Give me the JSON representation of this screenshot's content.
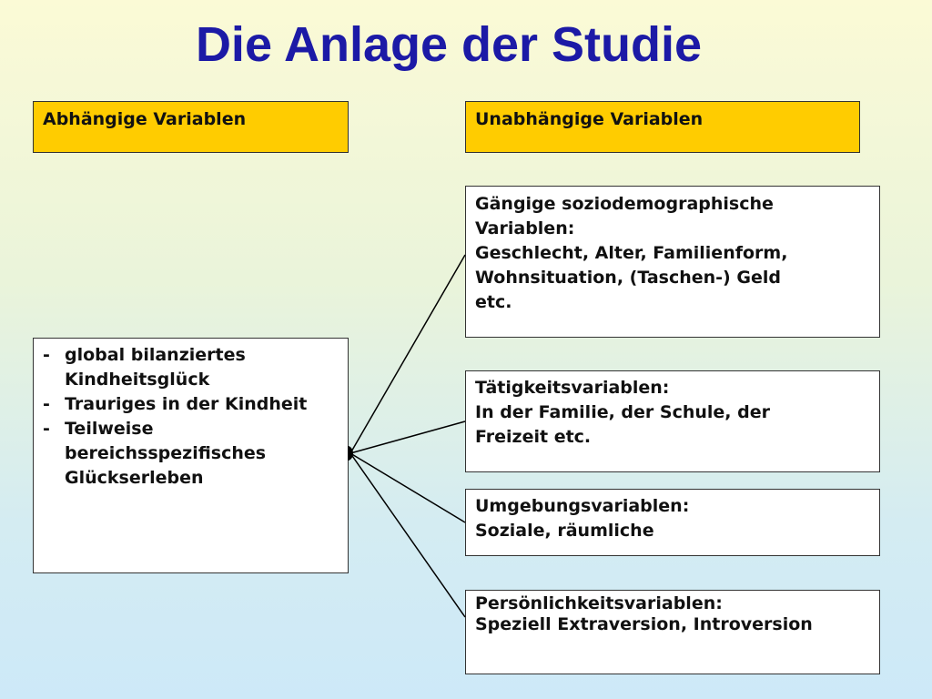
{
  "title": "Die Anlage der Studie",
  "headers": {
    "dependent": "Abhängige Variablen",
    "independent": "Unabhängige Variablen"
  },
  "dependent_box": {
    "items": [
      "global bilanziertes Kindheitsglück",
      "Trauriges in der Kindheit",
      "Teilweise bereichsspezifisches Glückserleben"
    ],
    "bullet": "-"
  },
  "independent_boxes": [
    {
      "lines": [
        "Gängige soziodemographische",
        "Variablen:",
        "Geschlecht, Alter, Familienform,",
        "Wohnsituation,  (Taschen-) Geld",
        "etc."
      ]
    },
    {
      "lines": [
        "Tätigkeitsvariablen:",
        "In der Familie, der Schule, der",
        "Freizeit etc."
      ]
    },
    {
      "lines": [
        "Umgebungsvariablen:",
        "Soziale, räumliche"
      ]
    },
    {
      "lines": [
        "Persönlichkeitsvariablen:",
        "Speziell Extraversion, Introversion"
      ]
    }
  ],
  "colors": {
    "title": "#1c1aa6",
    "header_fill": "#ffcc00",
    "box_border": "#333333",
    "connector": "#000000"
  }
}
